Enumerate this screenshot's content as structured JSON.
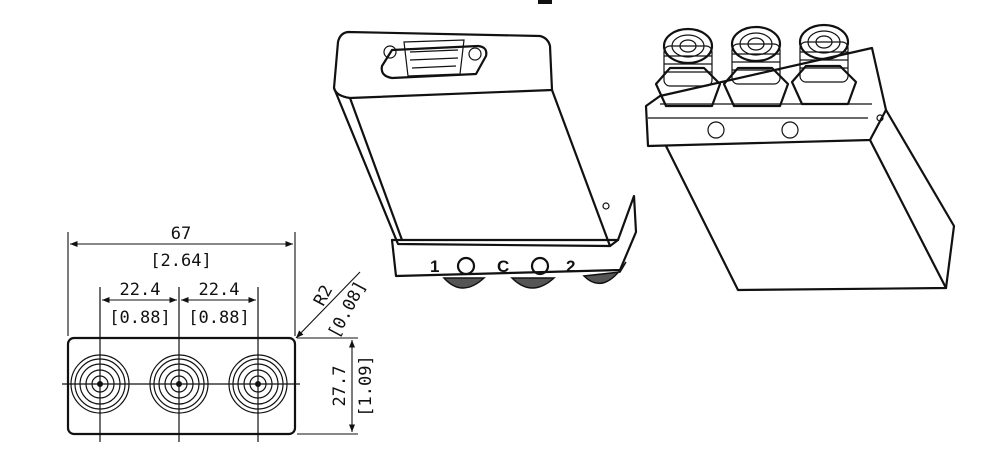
{
  "dimensions": {
    "width_mm": "67",
    "width_in": "[2.64]",
    "pitch1_mm": "22.4",
    "pitch1_in": "[0.88]",
    "pitch2_mm": "22.4",
    "pitch2_in": "[0.88]",
    "radius_mm": "R2",
    "radius_in": "[0.08]",
    "height_mm": "27.7",
    "height_in": "[1.09]"
  },
  "port_labels": [
    "1",
    "C",
    "2"
  ]
}
